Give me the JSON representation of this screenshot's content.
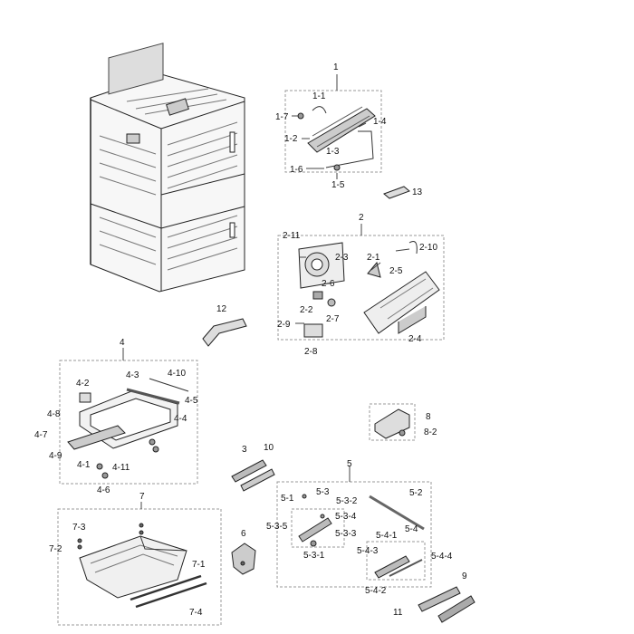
{
  "callouts": {
    "c1": "1",
    "c1_1": "1-1",
    "c1_2": "1-2",
    "c1_3": "1-3",
    "c1_4": "1-4",
    "c1_5": "1-5",
    "c1_6": "1-6",
    "c1_7": "1-7",
    "c13": "13",
    "c2": "2",
    "c2_1": "2-1",
    "c2_2": "2-2",
    "c2_3": "2-3",
    "c2_4": "2-4",
    "c2_5": "2-5",
    "c2_6": "2-6",
    "c2_7": "2-7",
    "c2_8": "2-8",
    "c2_9": "2-9",
    "c2_10": "2-10",
    "c2_11": "2-11",
    "c12": "12",
    "c4": "4",
    "c4_1": "4-1",
    "c4_2": "4-2",
    "c4_3": "4-3",
    "c4_4": "4-4",
    "c4_5": "4-5",
    "c4_6": "4-6",
    "c4_7": "4-7",
    "c4_8": "4-8",
    "c4_9": "4-9",
    "c4_10": "4-10",
    "c4_11": "4-11",
    "c8": "8",
    "c8_2": "8-2",
    "c3": "3",
    "c10": "10",
    "c5": "5",
    "c5_1": "5-1",
    "c5_2": "5-2",
    "c5_3": "5-3",
    "c5_3_1": "5-3-1",
    "c5_3_2": "5-3-2",
    "c5_3_3": "5-3-3",
    "c5_3_4": "5-3-4",
    "c5_3_5": "5-3-5",
    "c5_4": "5-4",
    "c5_4_1": "5-4-1",
    "c5_4_2": "5-4-2",
    "c5_4_3": "5-4-3",
    "c5_4_4": "5-4-4",
    "c7": "7",
    "c7_1": "7-1",
    "c7_2": "7-2",
    "c7_3": "7-3",
    "c7_4": "7-4",
    "c6": "6",
    "c9": "9",
    "c11": "11"
  }
}
